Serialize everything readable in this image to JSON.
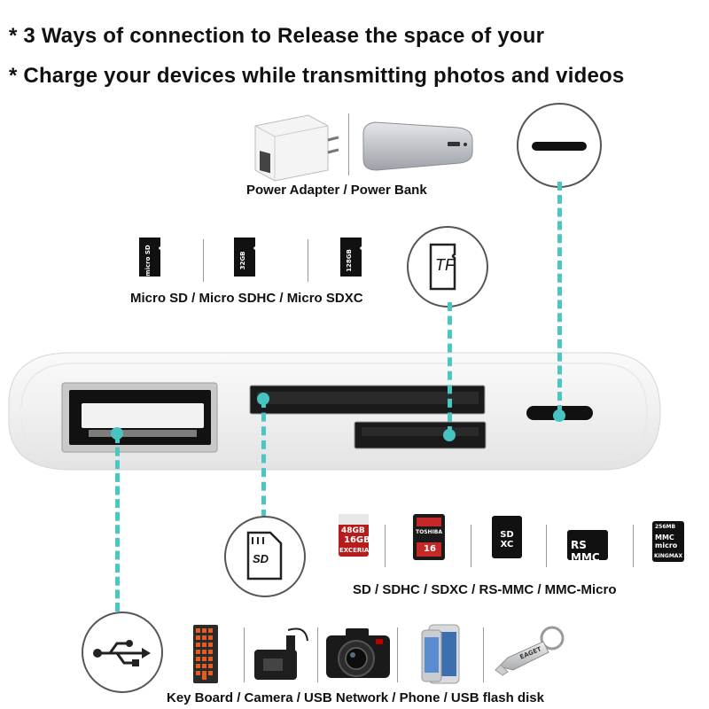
{
  "headlines": {
    "line1": "* 3 Ways of connection to Release the space of your",
    "line2": "* Charge your devices while transmitting photos and videos"
  },
  "captions": {
    "power": "Power Adapter / Power Bank",
    "micro": "Micro SD / Micro SDHC / Micro SDXC",
    "sd": "SD / SDHC / SDXC / RS-MMC / MMC-Micro",
    "usb": "Key Board / Camera / USB Network / Phone /  USB flash disk"
  },
  "icons": {
    "tf_label": "TF",
    "sd_label": "SD"
  },
  "card_labels": {
    "micro_sd_1": "micro SD",
    "micro_sd_2": "32GB",
    "micro_sd_3": "128GB",
    "sd_card_1_size": "48GB",
    "sd_card_1_cap": "16GB",
    "sd_card_1_brand": "EXCERIA",
    "sd_card_2_brand": "TOSHIBA",
    "sd_card_2_cap": "16",
    "sd_card_3_logo": "SD XC",
    "rs_mmc": "RS MMC",
    "mmc_micro_size": "256MB",
    "mmc_micro_label": "MMC micro",
    "mmc_micro_brand": "KINGMAX",
    "flash_brand": "EAGET"
  },
  "colors": {
    "accent": "#4cc6c3",
    "text": "#111111",
    "hub_body": "#f2f2f2"
  }
}
